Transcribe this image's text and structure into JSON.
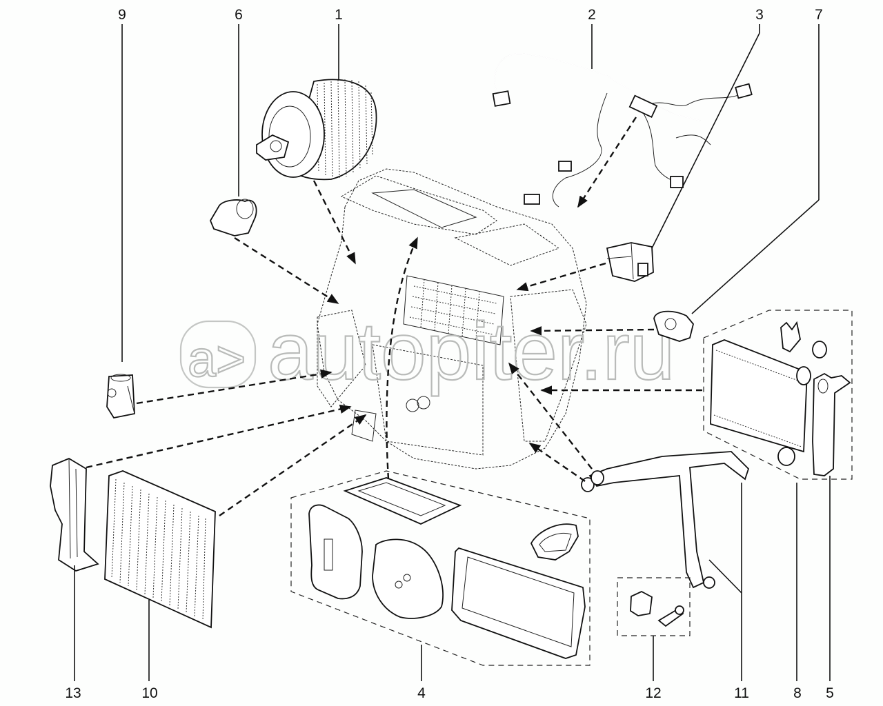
{
  "diagram": {
    "title": "Heater / air-conditioning unit exploded parts view",
    "watermark": "autopiter.ru",
    "watermark_logo": "a>",
    "colors": {
      "background": "#fdfefd",
      "line": "#111111",
      "watermark": "#bdbfbd"
    },
    "callouts": {
      "top": [
        {
          "number": "9",
          "part": "expansion-valve"
        },
        {
          "number": "6",
          "part": "actuator-motor-small"
        },
        {
          "number": "1",
          "part": "blower-motor"
        },
        {
          "number": "2",
          "part": "wiring-harness"
        },
        {
          "number": "3",
          "part": "actuator-motor"
        },
        {
          "number": "7",
          "part": "sensor"
        }
      ],
      "bottom": [
        {
          "number": "13",
          "part": "bracket"
        },
        {
          "number": "10",
          "part": "cabin-air-filter"
        },
        {
          "number": "4",
          "part": "seal-kit"
        },
        {
          "number": "12",
          "part": "clip-and-screw-kit"
        },
        {
          "number": "11",
          "part": "heater-pipes"
        },
        {
          "number": "8",
          "part": "evaporator-kit"
        },
        {
          "number": "5",
          "part": "pipe-bracket"
        }
      ]
    }
  }
}
